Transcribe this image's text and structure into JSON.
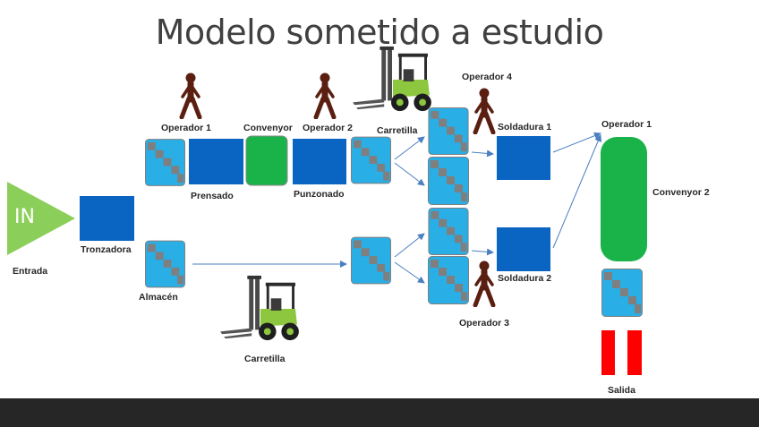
{
  "title": "Modelo sometido a estudio",
  "colors": {
    "machine_blue": "#0a64c2",
    "queue_cyan": "#29aee6",
    "queue_gray": "#7f7f7f",
    "conveyor_green": "#19b34a",
    "entry_green": "#8bcf5a",
    "exit_red": "#ff0000",
    "operator_brown": "#5a1f10",
    "arrow_blue": "#4a7fc1",
    "footer": "#262626"
  },
  "entry": {
    "symbol": "IN",
    "label": "Entrada"
  },
  "labels": {
    "tronzadora": "Tronzadora",
    "almacen": "Almacén",
    "operador1_top": "Operador 1",
    "convenyor": "Convenyor",
    "operador2": "Operador 2",
    "carretilla_top": "Carretilla",
    "prensado": "Prensado",
    "punzonado": "Punzonado",
    "operador4": "Operador 4",
    "soldadura1": "Soldadura 1",
    "soldadura2": "Soldadura 2",
    "operador3": "Operador 3",
    "operador1_right": "Operador 1",
    "convenyor2": "Convenyor 2",
    "carretilla_bottom": "Carretilla",
    "salida": "Salida"
  },
  "icons": {
    "operator": "person-walking-icon",
    "forklift": "forklift-icon",
    "queue": "queue-staircase-icon"
  }
}
